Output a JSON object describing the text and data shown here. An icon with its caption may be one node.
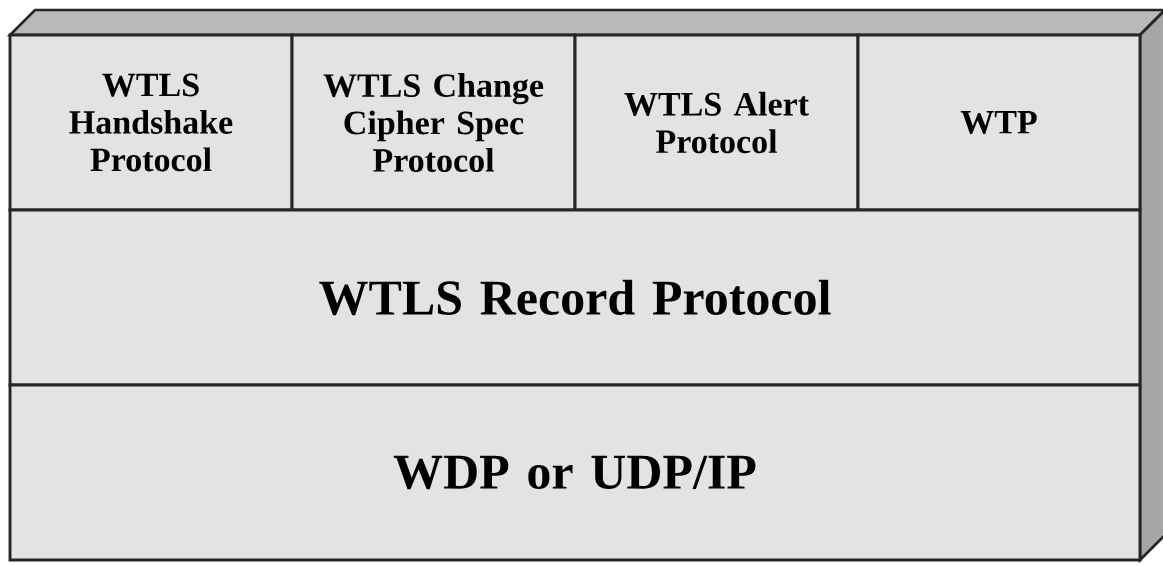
{
  "diagram": {
    "nodes": [
      {
        "text": [
          "WTLS Handshake Protocol"
        ]
      },
      {
        "text": [
          "WTLS Change Cipher Spec Protocol"
        ]
      },
      {
        "text": [
          "WTLS Alert Protocol"
        ]
      },
      {
        "text": [
          "WTP"
        ]
      },
      {
        "text": [
          "WTLS Record Protocol"
        ]
      },
      {
        "text": [
          "WDP or UDP/IP"
        ]
      }
    ]
  }
}
